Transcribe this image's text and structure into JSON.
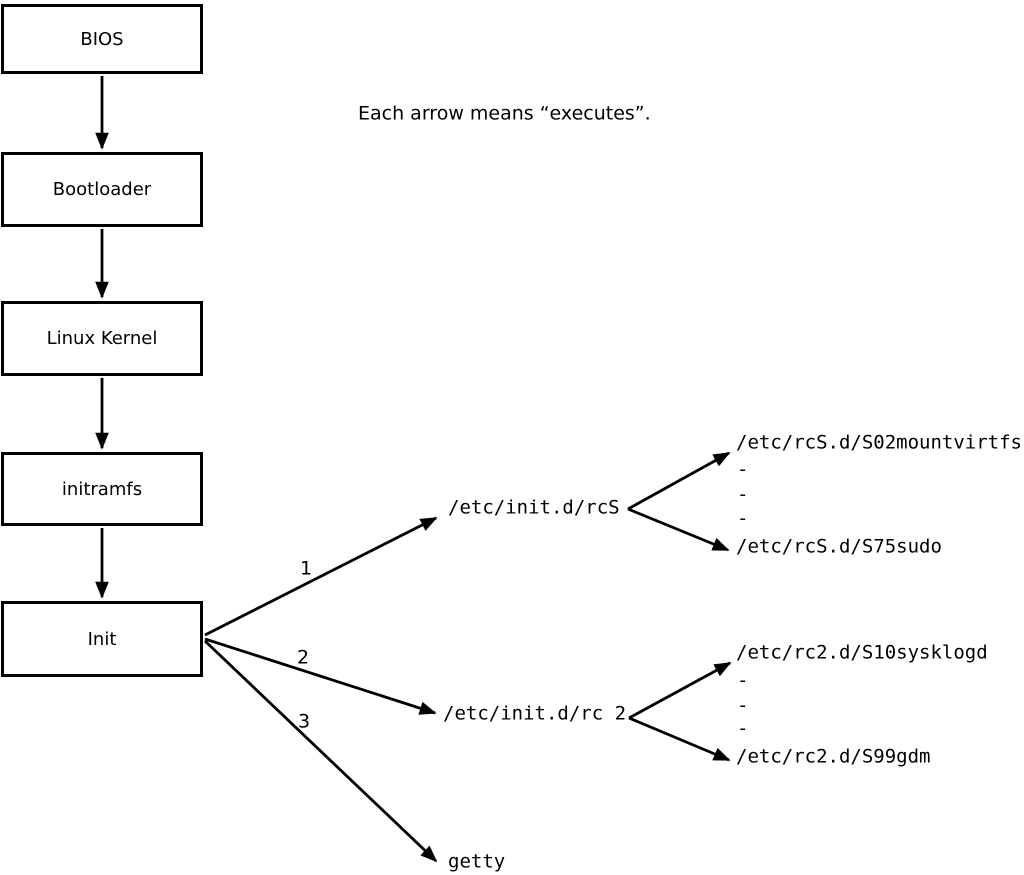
{
  "note": "Each arrow means “executes”.",
  "flow_boxes": [
    {
      "label": "BIOS"
    },
    {
      "label": "Bootloader"
    },
    {
      "label": "Linux Kernel"
    },
    {
      "label": "initramfs"
    },
    {
      "label": "Init"
    }
  ],
  "init_branches": [
    {
      "number": "1",
      "target": "/etc/init.d/rcS"
    },
    {
      "number": "2",
      "target": "/etc/init.d/rc 2"
    },
    {
      "number": "3",
      "target": "getty"
    }
  ],
  "rcS_scripts": {
    "first": "/etc/rcS.d/S02mountvirtfs",
    "dash1": "-",
    "dash2": "-",
    "dash3": "-",
    "last": "/etc/rcS.d/S75sudo"
  },
  "rc2_scripts": {
    "first": "/etc/rc2.d/S10sysklogd",
    "dash1": "-",
    "dash2": "-",
    "dash3": "-",
    "last": "/etc/rc2.d/S99gdm"
  },
  "colors": {
    "line": "#000000",
    "background": "#ffffff"
  }
}
